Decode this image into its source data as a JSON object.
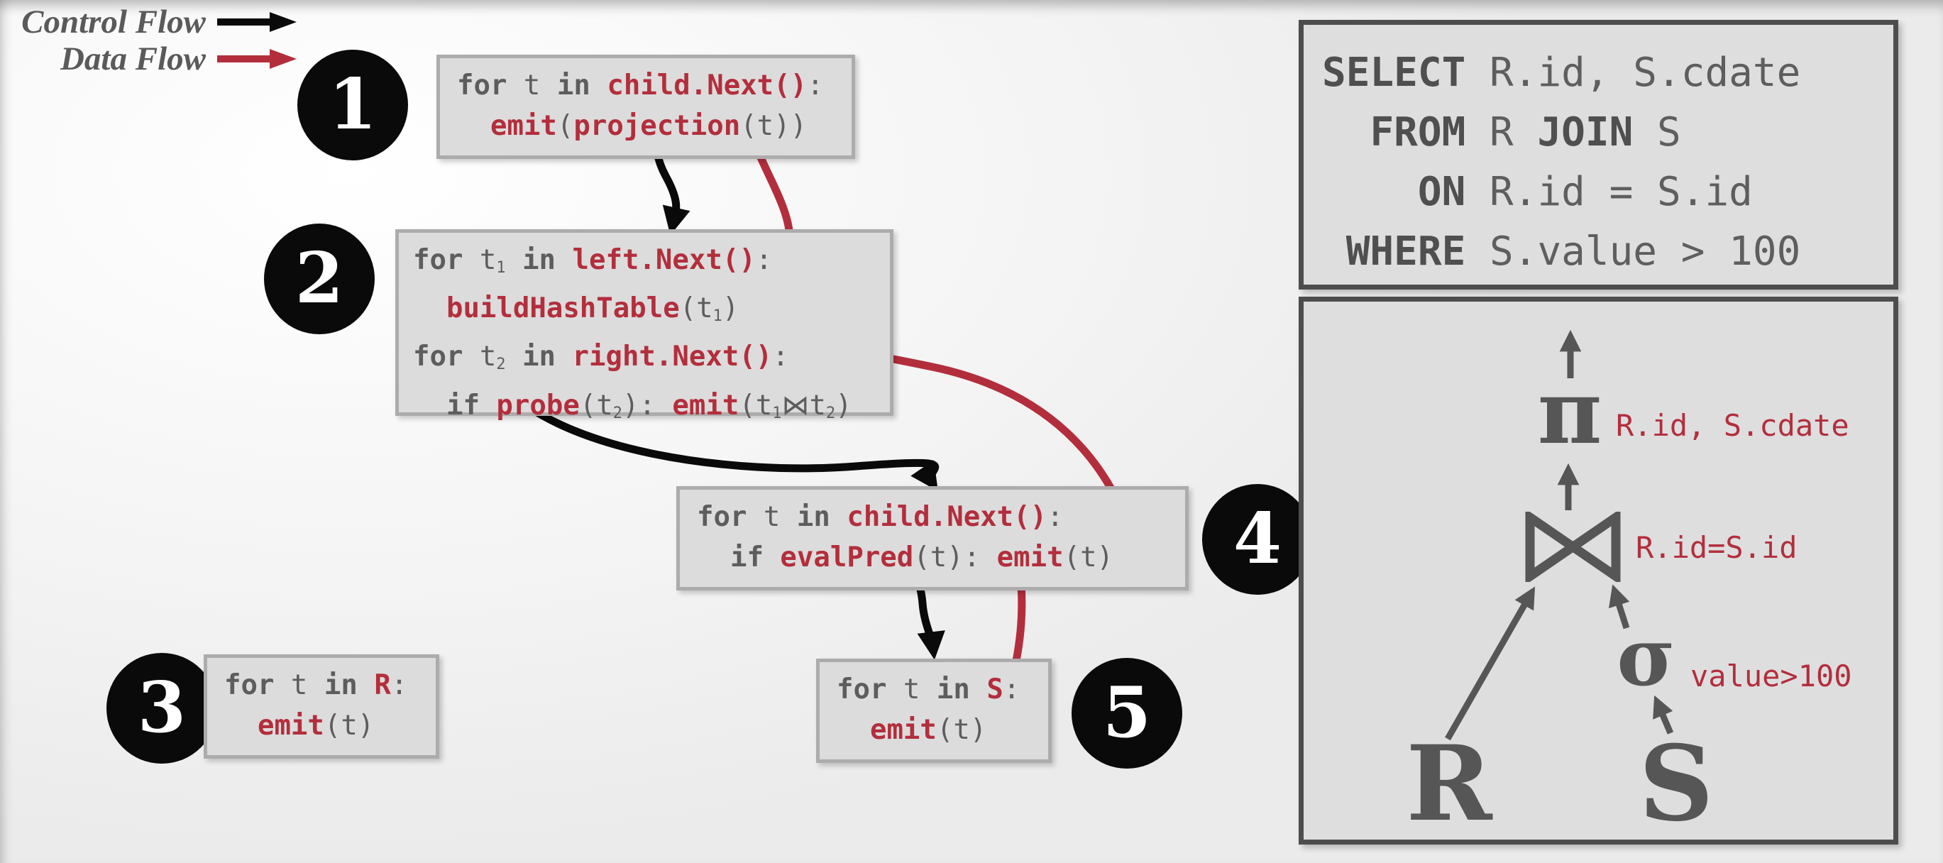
{
  "legend": {
    "control_label": "Control Flow",
    "data_label": "Data Flow"
  },
  "colors": {
    "control_flow": "#0a0a0a",
    "data_flow": "#b32e3c",
    "code_red": "#b32e3c",
    "code_gray": "#5d5d5d"
  },
  "badges": [
    "1",
    "2",
    "3",
    "4",
    "5"
  ],
  "code_boxes": [
    {
      "operator": "projection",
      "lines": [
        [
          {
            "t": "for",
            "s": "gb"
          },
          {
            "t": " t ",
            "s": "g"
          },
          {
            "t": "in",
            "s": "gb"
          },
          {
            "t": " ",
            "s": "g"
          },
          {
            "t": "child.Next()",
            "s": "r"
          },
          {
            "t": ":",
            "s": "g"
          }
        ],
        [
          {
            "t": "  ",
            "s": "g"
          },
          {
            "t": "emit",
            "s": "r"
          },
          {
            "t": "(",
            "s": "g"
          },
          {
            "t": "projection",
            "s": "r"
          },
          {
            "t": "(t))",
            "s": "g"
          }
        ]
      ]
    },
    {
      "operator": "hash-join",
      "lines": [
        [
          {
            "t": "for",
            "s": "gb"
          },
          {
            "t": " t",
            "s": "g"
          },
          {
            "t": "1",
            "s": "gsub"
          },
          {
            "t": " ",
            "s": "g"
          },
          {
            "t": "in",
            "s": "gb"
          },
          {
            "t": " ",
            "s": "g"
          },
          {
            "t": "left.Next()",
            "s": "r"
          },
          {
            "t": ":",
            "s": "g"
          }
        ],
        [
          {
            "t": "  ",
            "s": "g"
          },
          {
            "t": "buildHashTable",
            "s": "r"
          },
          {
            "t": "(t",
            "s": "g"
          },
          {
            "t": "1",
            "s": "gsub"
          },
          {
            "t": ")",
            "s": "g"
          }
        ],
        [
          {
            "t": "for",
            "s": "gb"
          },
          {
            "t": " t",
            "s": "g"
          },
          {
            "t": "2",
            "s": "gsub"
          },
          {
            "t": " ",
            "s": "g"
          },
          {
            "t": "in",
            "s": "gb"
          },
          {
            "t": " ",
            "s": "g"
          },
          {
            "t": "right.Next()",
            "s": "r"
          },
          {
            "t": ":",
            "s": "g"
          }
        ],
        [
          {
            "t": "  ",
            "s": "g"
          },
          {
            "t": "if",
            "s": "gb"
          },
          {
            "t": " ",
            "s": "g"
          },
          {
            "t": "probe",
            "s": "r"
          },
          {
            "t": "(t",
            "s": "g"
          },
          {
            "t": "2",
            "s": "gsub"
          },
          {
            "t": "): ",
            "s": "g"
          },
          {
            "t": "emit",
            "s": "r"
          },
          {
            "t": "(t",
            "s": "g"
          },
          {
            "t": "1",
            "s": "gsub"
          },
          {
            "t": "⋈t",
            "s": "g"
          },
          {
            "t": "2",
            "s": "gsub"
          },
          {
            "t": ")",
            "s": "g"
          }
        ]
      ]
    },
    {
      "operator": "scan-R",
      "lines": [
        [
          {
            "t": "for",
            "s": "gb"
          },
          {
            "t": " t ",
            "s": "g"
          },
          {
            "t": "in",
            "s": "gb"
          },
          {
            "t": " ",
            "s": "g"
          },
          {
            "t": "R",
            "s": "r"
          },
          {
            "t": ":",
            "s": "g"
          }
        ],
        [
          {
            "t": "  ",
            "s": "g"
          },
          {
            "t": "emit",
            "s": "r"
          },
          {
            "t": "(t)",
            "s": "g"
          }
        ]
      ]
    },
    {
      "operator": "selection",
      "lines": [
        [
          {
            "t": "for",
            "s": "gb"
          },
          {
            "t": " t ",
            "s": "g"
          },
          {
            "t": "in",
            "s": "gb"
          },
          {
            "t": " ",
            "s": "g"
          },
          {
            "t": "child.Next()",
            "s": "r"
          },
          {
            "t": ":",
            "s": "g"
          }
        ],
        [
          {
            "t": "  ",
            "s": "g"
          },
          {
            "t": "if",
            "s": "gb"
          },
          {
            "t": " ",
            "s": "g"
          },
          {
            "t": "evalPred",
            "s": "r"
          },
          {
            "t": "(t): ",
            "s": "g"
          },
          {
            "t": "emit",
            "s": "r"
          },
          {
            "t": "(t)",
            "s": "g"
          }
        ]
      ]
    },
    {
      "operator": "scan-S",
      "lines": [
        [
          {
            "t": "for",
            "s": "gb"
          },
          {
            "t": " t ",
            "s": "g"
          },
          {
            "t": "in",
            "s": "gb"
          },
          {
            "t": " ",
            "s": "g"
          },
          {
            "t": "S",
            "s": "r"
          },
          {
            "t": ":",
            "s": "g"
          }
        ],
        [
          {
            "t": "  ",
            "s": "g"
          },
          {
            "t": "emit",
            "s": "r"
          },
          {
            "t": "(t)",
            "s": "g"
          }
        ]
      ]
    }
  ],
  "sql": {
    "lines": [
      [
        {
          "t": "SELECT",
          "s": "kw"
        },
        {
          "t": " R.id, S.cdate",
          "s": "sq"
        }
      ],
      [
        {
          "t": "  ",
          "s": "sq"
        },
        {
          "t": "FROM",
          "s": "kw"
        },
        {
          "t": " R ",
          "s": "sq"
        },
        {
          "t": "JOIN",
          "s": "kw"
        },
        {
          "t": " S",
          "s": "sq"
        }
      ],
      [
        {
          "t": "    ",
          "s": "sq"
        },
        {
          "t": "ON",
          "s": "kw"
        },
        {
          "t": " R.id = S.id",
          "s": "sq"
        }
      ],
      [
        {
          "t": " ",
          "s": "sq"
        },
        {
          "t": "WHERE",
          "s": "kw"
        },
        {
          "t": " S.value > 100",
          "s": "sq"
        }
      ]
    ]
  },
  "plan": {
    "projection_symbol": "π",
    "join_symbol": "⋈",
    "selection_symbol": "σ",
    "table_left": "R",
    "table_right": "S",
    "projection_label": "R.id, S.cdate",
    "join_label": "R.id=S.id",
    "selection_label": "value>100"
  },
  "arrows": {
    "control": [
      {
        "from": "operator-1",
        "to": "operator-2"
      },
      {
        "from": "operator-2",
        "to": "operator-4"
      },
      {
        "from": "operator-4",
        "to": "operator-5"
      }
    ],
    "data": [
      {
        "from": "operator-2",
        "to": "operator-1"
      },
      {
        "from": "operator-4",
        "to": "operator-2"
      },
      {
        "from": "operator-5",
        "to": "operator-4"
      }
    ]
  }
}
